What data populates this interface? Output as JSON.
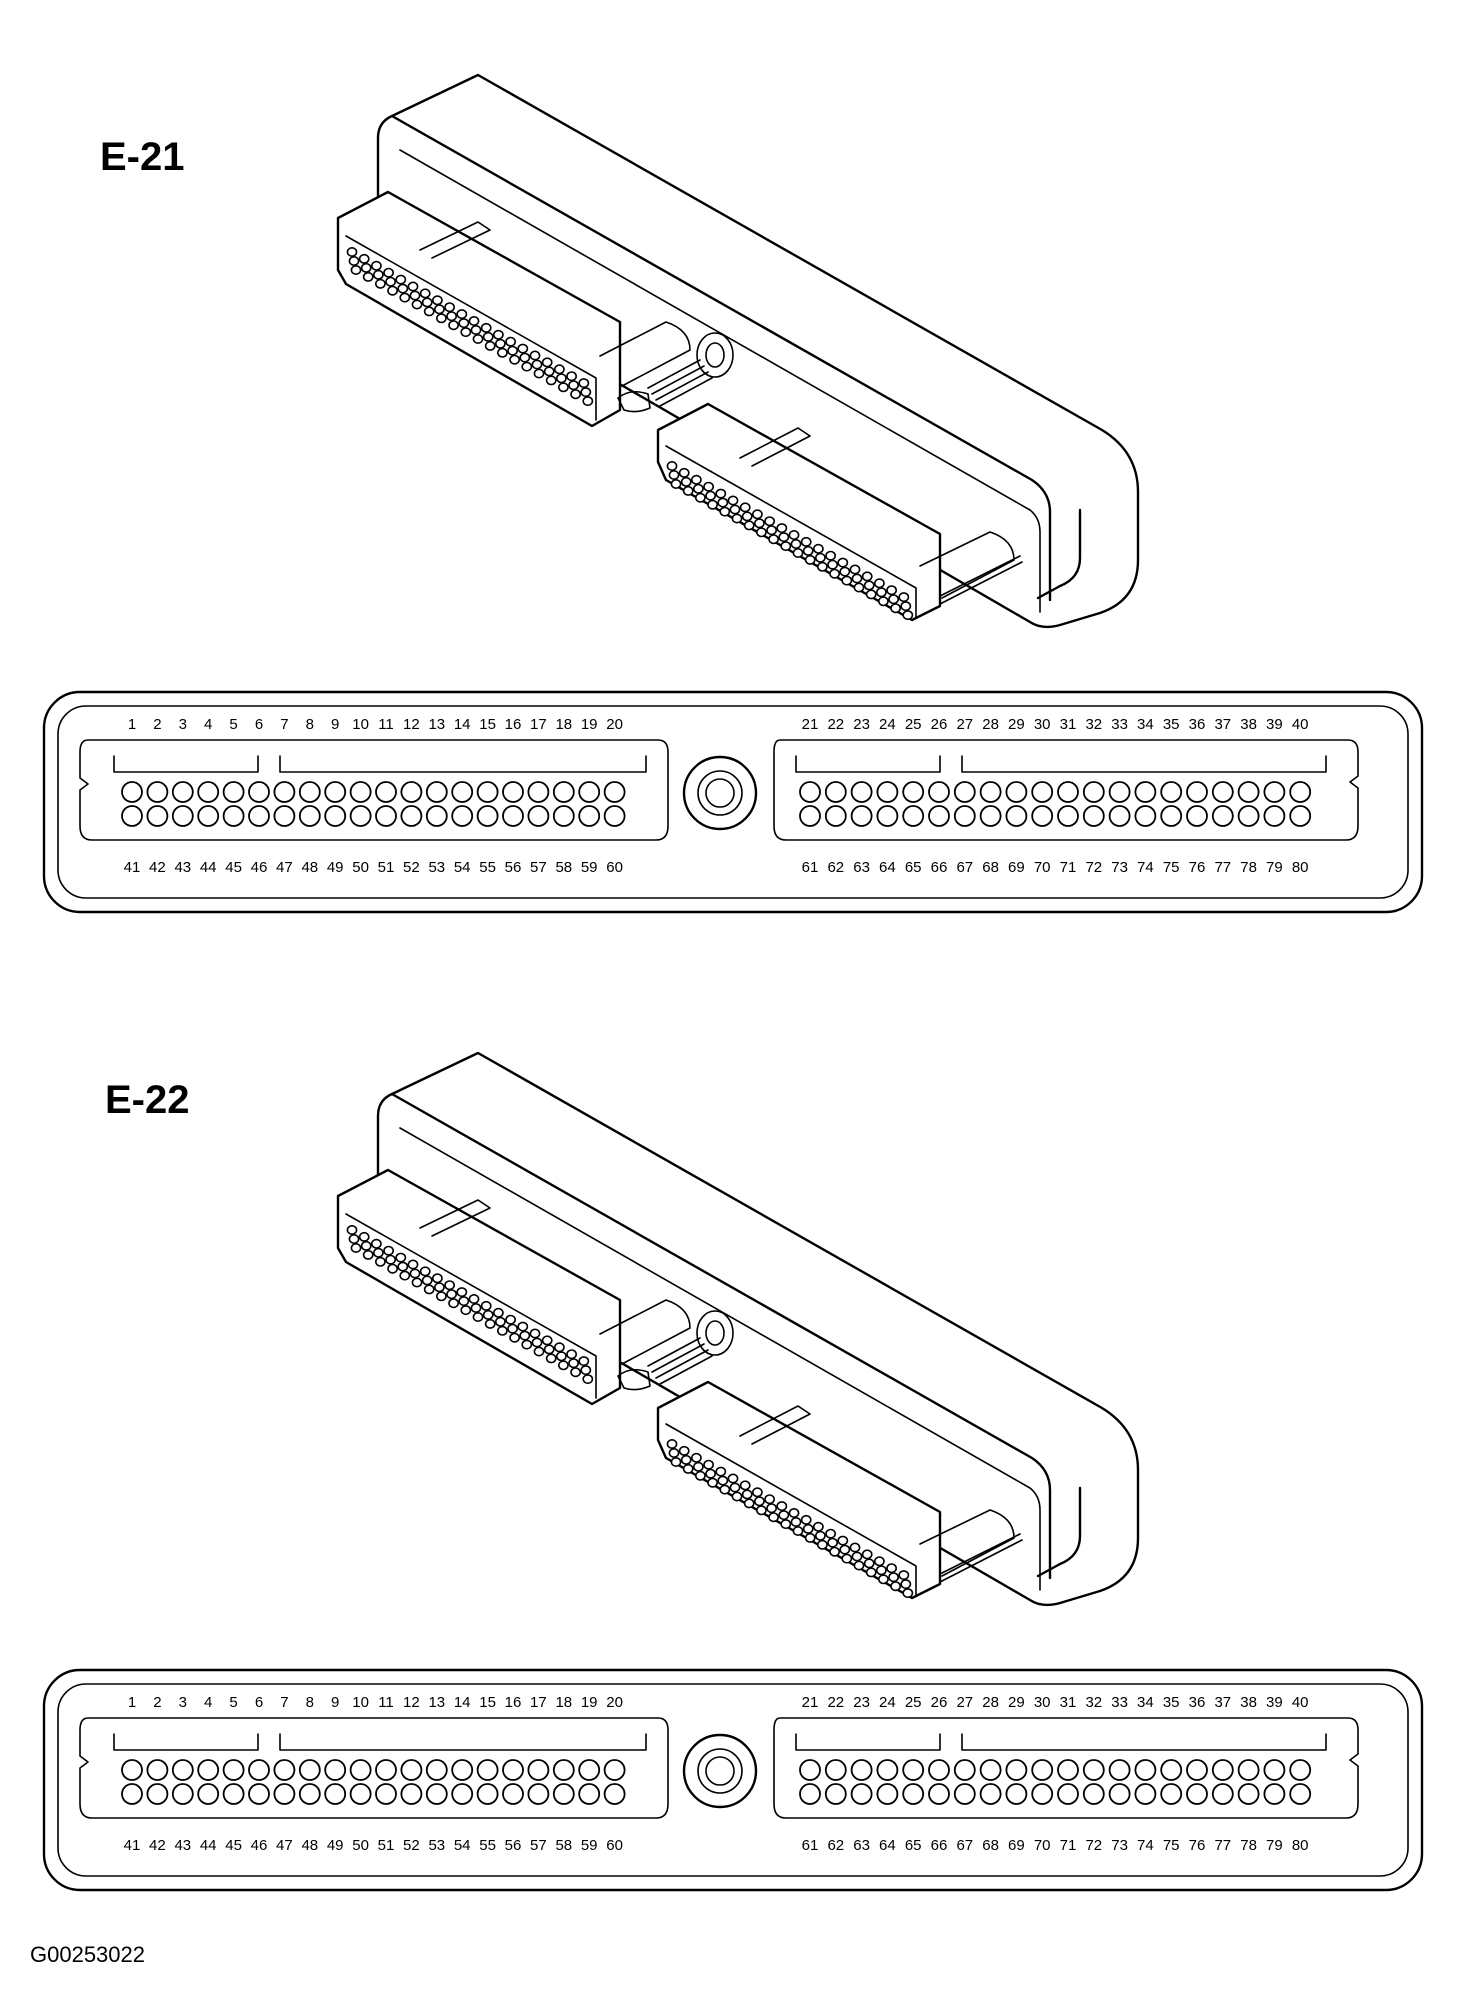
{
  "connectors": [
    {
      "title": "E-21",
      "top_row_numbers": [
        "1",
        "2",
        "3",
        "4",
        "5",
        "6",
        "7",
        "8",
        "9",
        "10",
        "11",
        "12",
        "13",
        "14",
        "15",
        "16",
        "17",
        "18",
        "19",
        "20",
        "21",
        "22",
        "23",
        "24",
        "25",
        "26",
        "27",
        "28",
        "29",
        "30",
        "31",
        "32",
        "33",
        "34",
        "35",
        "36",
        "37",
        "38",
        "39",
        "40"
      ],
      "bottom_row_numbers": [
        "41",
        "42",
        "43",
        "44",
        "45",
        "46",
        "47",
        "48",
        "49",
        "50",
        "51",
        "52",
        "53",
        "54",
        "55",
        "56",
        "57",
        "58",
        "59",
        "60",
        "61",
        "62",
        "63",
        "64",
        "65",
        "66",
        "67",
        "68",
        "69",
        "70",
        "71",
        "72",
        "73",
        "74",
        "75",
        "76",
        "77",
        "78",
        "79",
        "80"
      ]
    },
    {
      "title": "E-22",
      "top_row_numbers": [
        "1",
        "2",
        "3",
        "4",
        "5",
        "6",
        "7",
        "8",
        "9",
        "10",
        "11",
        "12",
        "13",
        "14",
        "15",
        "16",
        "17",
        "18",
        "19",
        "20",
        "21",
        "22",
        "23",
        "24",
        "25",
        "26",
        "27",
        "28",
        "29",
        "30",
        "31",
        "32",
        "33",
        "34",
        "35",
        "36",
        "37",
        "38",
        "39",
        "40"
      ],
      "bottom_row_numbers": [
        "41",
        "42",
        "43",
        "44",
        "45",
        "46",
        "47",
        "48",
        "49",
        "50",
        "51",
        "52",
        "53",
        "54",
        "55",
        "56",
        "57",
        "58",
        "59",
        "60",
        "61",
        "62",
        "63",
        "64",
        "65",
        "66",
        "67",
        "68",
        "69",
        "70",
        "71",
        "72",
        "73",
        "74",
        "75",
        "76",
        "77",
        "78",
        "79",
        "80"
      ]
    }
  ],
  "footer": {
    "figure_id": "G00253022"
  }
}
